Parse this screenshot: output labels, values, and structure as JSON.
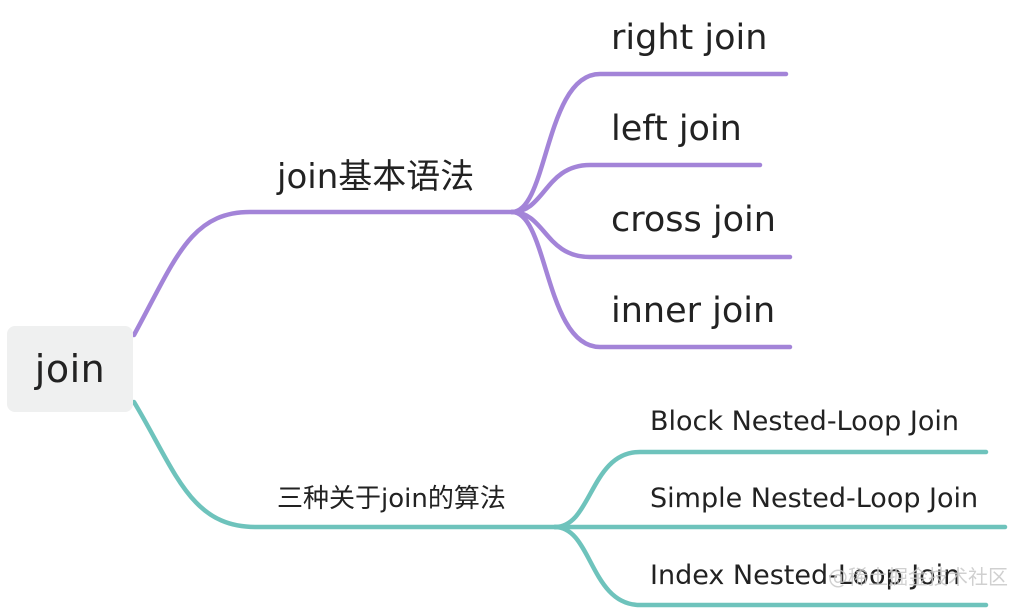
{
  "colors": {
    "branch_purple": "#a384d8",
    "branch_teal": "#6ec3bc",
    "root_fill": "#eff0f0",
    "text": "#222222",
    "watermark": "#c8c8c8"
  },
  "mindmap": {
    "root": {
      "label": "join"
    },
    "branches": [
      {
        "label": "join基本语法",
        "color": "#a384d8",
        "children": [
          "right join",
          "left join",
          "cross join",
          "inner join"
        ]
      },
      {
        "label": "三种关于join的算法",
        "color": "#6ec3bc",
        "children": [
          "Block Nested-Loop Join",
          "Simple Nested-Loop Join",
          "Index Nested-Loop Join"
        ]
      }
    ]
  },
  "watermark": {
    "text": "@稀土掘金技术社区"
  }
}
